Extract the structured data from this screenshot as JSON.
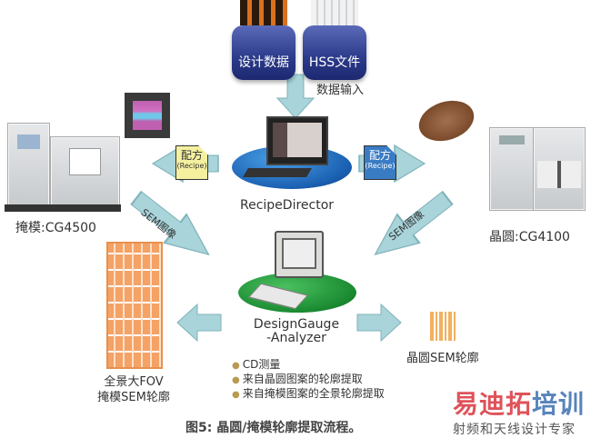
{
  "diagram": {
    "sources": [
      {
        "label": "设计数据",
        "icon": "design-data-database-icon"
      },
      {
        "label": "HSS文件",
        "icon": "hss-file-database-icon"
      }
    ],
    "input_label": "数据输入",
    "recipe_director": {
      "label": "RecipeDirector",
      "icon": "computer-workstation-icon"
    },
    "recipe_left": {
      "line1": "配方",
      "line2": "(Recipe)"
    },
    "recipe_right": {
      "line1": "配方",
      "line2": "(Recipe)"
    },
    "mask_tool": {
      "label": "掩模:CG4500"
    },
    "wafer_tool": {
      "label": "晶圆:CG4100"
    },
    "sem_left": "SEM图像",
    "sem_right": "SEM图像",
    "analyzer": {
      "line1": "DesignGauge",
      "line2": "-Analyzer"
    },
    "features": [
      "CD测量",
      "来自晶圆图案的轮廓提取",
      "来自掩模图案的全景轮廓提取"
    ],
    "mask_output": {
      "line1": "全景大FOV",
      "line2": "掩模SEM轮廓"
    },
    "wafer_output": {
      "label": "晶圆SEM轮廓"
    },
    "caption": "图5: 晶圆/掩模轮廓提取流程。",
    "watermark": {
      "title_a": "易迪拓",
      "title_b": "培训",
      "subtitle": "射频和天线设计专家"
    },
    "colors": {
      "arrow": "#a8d4da",
      "arrow_border": "#7fb2ba",
      "recipe_yellow": "#f4f0a0",
      "recipe_blue": "#3a7cc4",
      "pattern_orange": "#f0a060",
      "watermark_red": "#d9363e",
      "watermark_blue": "#3a6fb0"
    }
  }
}
